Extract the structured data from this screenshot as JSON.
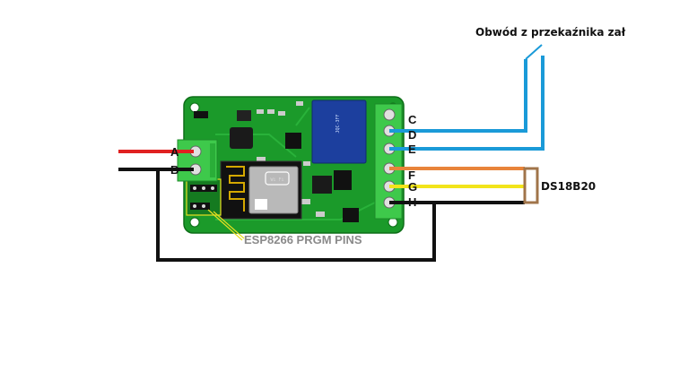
{
  "labels": {
    "circuit": "Obwód  z przekaźnika zał",
    "sensor": "DS18B20",
    "pgm_pins": "ESP8266 PRGM PINS"
  },
  "left_terminals": [
    "A",
    "B"
  ],
  "right_terminals": [
    "C",
    "D",
    "E",
    "F",
    "G",
    "H"
  ],
  "module": {
    "wifi_text": "Wi Fi",
    "relay_text": "JQC-3FF"
  },
  "colors": {
    "board": "#1b9a2a",
    "wire_red": "#e02020",
    "wire_black": "#111111",
    "wire_blue": "#1a9ad8",
    "wire_orange": "#e8843a",
    "wire_yellow": "#f2e41a",
    "sensor_outline": "#a0744a"
  }
}
